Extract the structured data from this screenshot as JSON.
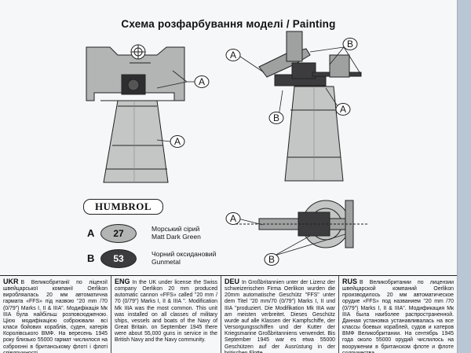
{
  "title": "Схема розфарбування моделі / Painting",
  "callouts": {
    "a": "A",
    "b": "B"
  },
  "brand": "HUMBROL",
  "colors": [
    {
      "letter": "A",
      "code": "27",
      "name_ru": "Морський сірий",
      "name_en": "Matt Dark Green",
      "fill": "#b3b4b4",
      "text_color": "#111111"
    },
    {
      "letter": "B",
      "code": "53",
      "name_ru": "Чорний оксидановий",
      "name_en": "Gunmetal",
      "fill": "#3c3c3e",
      "text_color": "#ffffff"
    }
  ],
  "descriptions": {
    "ukr": {
      "code": "UKR",
      "text": "В Великобританії по ліцензії швейцарської компанії Oerlikon виробляалась 20 мм автоматична гармата «FFS» під назвою \"20 mm /70 (0/79\") Marks I, II & IIIA\". Модифікація Мк IIIA була найбільш розповсюдженою. Цією модифікацією озброювали всі класи бойових кораблів, суден, катерів Королівського ВМФ. На вересень 1945 року близько 55000 гармат числилося на озброєнні в британському флоті і флоті співдружності."
    },
    "eng": {
      "code": "ENG",
      "text": "In the UK under license the Swiss company Oerlikon 20 mm produced automatic cannon «FFS» called \"20 mm / 70 (0/79\") Marks I, II & IIIA \". Modification Mk IIIA was the most common. This unit was installed on all classes of military ships, vessels and boats of the Navy of Great Britain. on September 1945 there were about 55,000 guns in service in the British Navy and the Navy community."
    },
    "deu": {
      "code": "DEU",
      "text": "In Großbritannien unter der Lizenz der schweizerischen Firma Oerlikon wurden die 20mm automatische Geschütz \"FFS\" unter dem Titel \"20 mm/70 (0/79\") Marks I, II und IIIA \"produziert. Die Modifikation Mk IIIA war am meisten verbreitet. Dieses Geschütz wurde auf alle Klassen der Kampfschiffe, der Versorgungsschiffen und der Kutter der Kriegsmarine Großbritanniens verwendet. Bis September 1945 war es etwa 55000 Geschützen auf der Ausrüstung in der britischen Flotte."
    },
    "rus": {
      "code": "RUS",
      "text": "В Великобритании по лицензии швейцарской компаний Oerlikon производилось 20 мм автоматическое орудие «FFS» под названием \"20 mm /70 (0/79\") Marks I, II & IIIA\". Модификация Мк IIIA была наиболее распространенной. Данная установка устанавливалась на все классы боевых кораблей, судов и катеров ВМФ Великобритании. На сентябрь 1945 года около 55000 орудий числилось на вооружении в британском флоте и флоте содружества."
    }
  }
}
